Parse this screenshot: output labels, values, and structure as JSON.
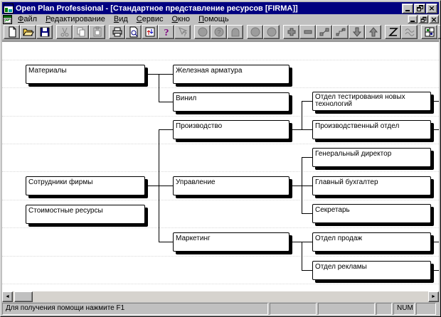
{
  "window": {
    "title": "Open Plan Professional - [Стандартное представление ресурсов [FIRMA]]",
    "controls": [
      "minimize",
      "restore",
      "close"
    ],
    "child_controls": [
      "minimize",
      "restore",
      "close"
    ]
  },
  "menu_bar": {
    "items": [
      "Файл",
      "Редактирование",
      "Вид",
      "Сервис",
      "Окно",
      "Помощь"
    ]
  },
  "toolbar": {
    "buttons": [
      {
        "name": "new",
        "disabled": false
      },
      {
        "name": "open",
        "disabled": false
      },
      {
        "name": "save",
        "disabled": false
      },
      {
        "name": "cut",
        "disabled": true
      },
      {
        "name": "copy",
        "disabled": true
      },
      {
        "name": "paste",
        "disabled": true
      },
      {
        "name": "print",
        "disabled": false
      },
      {
        "name": "print-preview",
        "disabled": false
      },
      {
        "name": "exchange",
        "disabled": false
      },
      {
        "name": "help",
        "disabled": false
      },
      {
        "name": "context-help",
        "disabled": true
      },
      {
        "name": "circle-node",
        "disabled": true
      },
      {
        "name": "circle-query",
        "disabled": true
      },
      {
        "name": "arch-node",
        "disabled": true
      },
      {
        "name": "circle-a",
        "disabled": true
      },
      {
        "name": "circle-b",
        "disabled": true
      },
      {
        "name": "add-node",
        "disabled": false
      },
      {
        "name": "remove-node",
        "disabled": false
      },
      {
        "name": "link-nodes",
        "disabled": false
      },
      {
        "name": "steps",
        "disabled": false
      },
      {
        "name": "move-down",
        "disabled": false
      },
      {
        "name": "move-up",
        "disabled": false
      },
      {
        "name": "zigzag",
        "disabled": false
      },
      {
        "name": "wave",
        "disabled": true
      },
      {
        "name": "grid-view",
        "disabled": false
      },
      {
        "name": "cascade-view",
        "disabled": false
      }
    ]
  },
  "diagram": {
    "boxes": [
      "Материалы",
      "Сотрудники фирмы",
      "Стоимостные ресурсы",
      "Железная арматура",
      "Винил",
      "Производство",
      "Управление",
      "Маркетинг",
      "Отдел тестирования новых технологий",
      "Производственный отдел",
      "Генеральный директор",
      "Главный бухгалтер",
      "Секретарь",
      "Отдел продаж",
      "Отдел рекламы"
    ]
  },
  "status_bar": {
    "message": "Для получения помощи нажмите F1",
    "num_lock": "NUM"
  },
  "colors": {
    "title_bar": "#000080",
    "chrome": "#c0c0c0",
    "canvas": "#ffffff",
    "box_border": "#000000"
  }
}
